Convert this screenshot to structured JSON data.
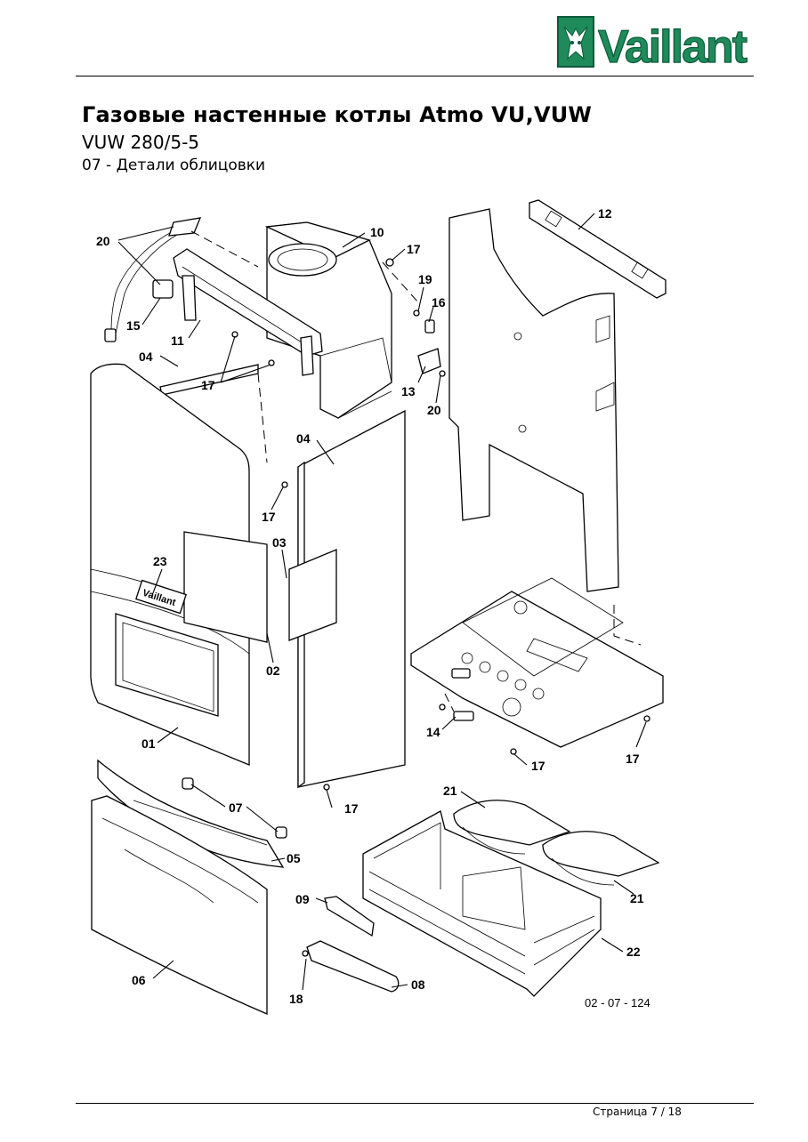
{
  "brand": {
    "name": "Vaillant",
    "colors": {
      "logo_green": "#1f8a5a",
      "logo_dark": "#0b5a3a"
    }
  },
  "header": {
    "title": "Газовые настенные котлы Atmo VU,VUW",
    "model": "VUW 280/5-5",
    "section": "07 - Детали облицовки"
  },
  "diagram": {
    "drawing_code": "02 - 07 - 124",
    "callouts": [
      "20",
      "10",
      "17",
      "12",
      "19",
      "16",
      "15",
      "11",
      "04",
      "17",
      "13",
      "20",
      "04",
      "17",
      "03",
      "23",
      "02",
      "01",
      "14",
      "17",
      "17",
      "07",
      "21",
      "05",
      "17",
      "09",
      "21",
      "22",
      "06",
      "08",
      "18"
    ],
    "casing_brand_text": "Vaillant"
  },
  "footer": {
    "page": "Страница 7 / 18"
  }
}
